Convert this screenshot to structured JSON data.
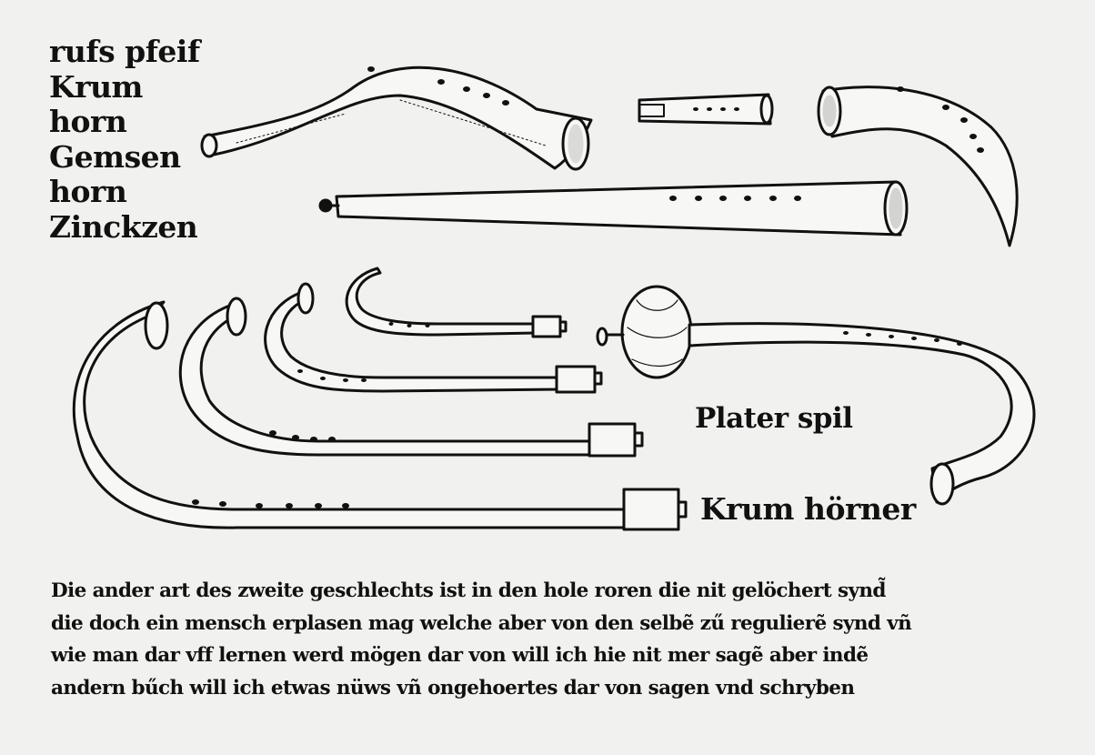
{
  "page": {
    "labels_left": [
      "rufs pfeif",
      "Krum",
      "horn",
      "Gemsen",
      "horn",
      "Zinckzen"
    ],
    "label_plater": "Plater spil",
    "label_krum": "Krum hörner",
    "text_lines": [
      "Die ander art des zweite geschlechts ist in den hole roren die nit gelöchert synd̃",
      "die doch ein mensch erplasen mag welche aber von den selbẽ zű regulierẽ synd vñ",
      "wie man dar vff lernen werd mögen dar von will ich hie nit mer sagẽ aber indẽ",
      "andern bűch will ich etwas nüws vñ ongehoertes dar von sagen vnd schryben"
    ]
  },
  "colors": {
    "paper": "#f1f1ef",
    "ink": "#111111"
  }
}
